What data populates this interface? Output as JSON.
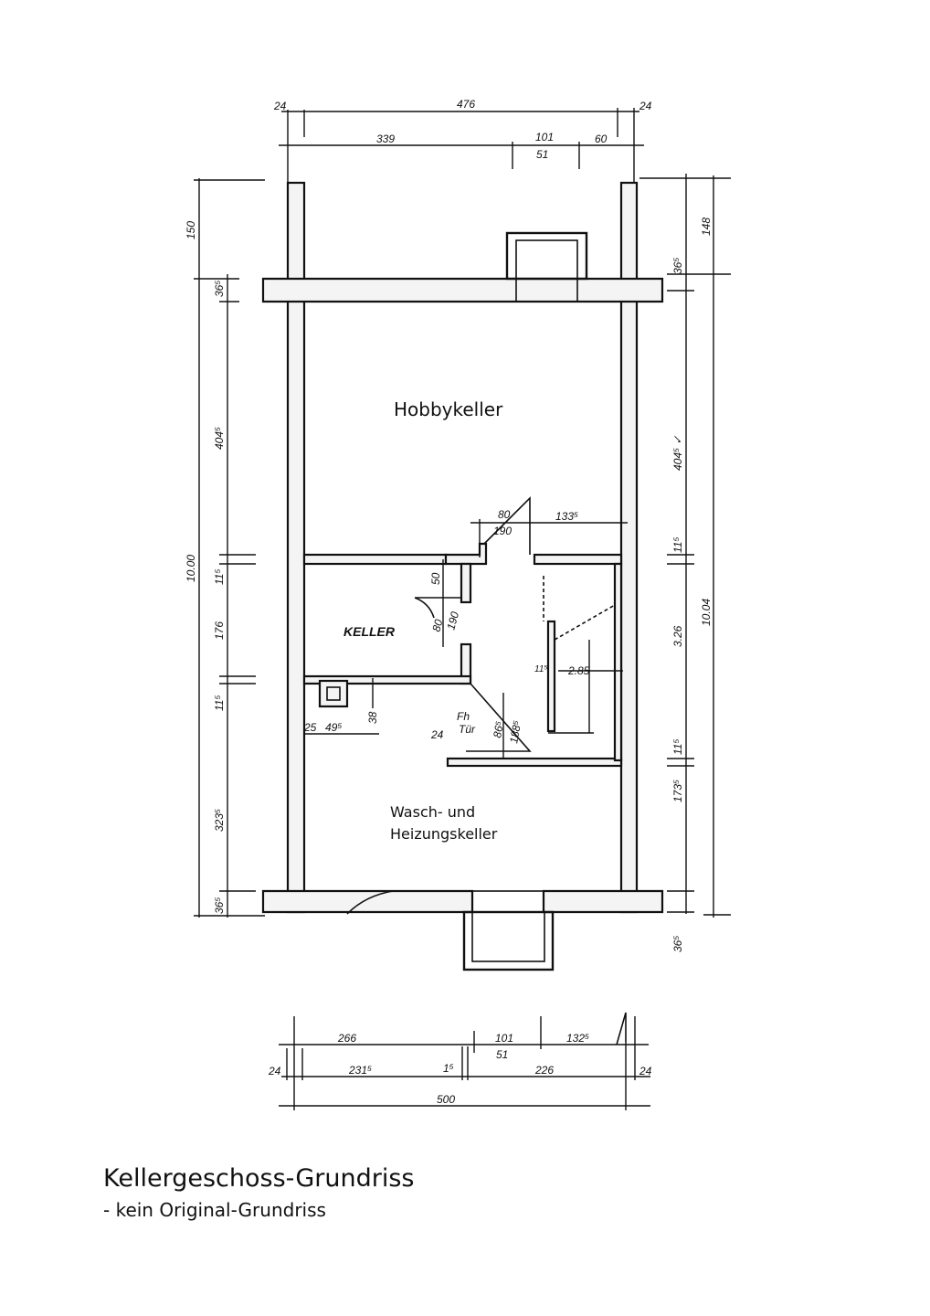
{
  "rooms": {
    "hobbykeller": "Hobbykeller",
    "keller": "KELLER",
    "wasch_line1": "Wasch- und",
    "wasch_line2": "Heizungskeller"
  },
  "dims_top": {
    "total": "476",
    "left_wall": "24",
    "right_wall": "24",
    "a": "339",
    "b": "101",
    "b_sub": "51",
    "c": "60"
  },
  "dims_left": {
    "outer_top": "150",
    "wall_top": "36⁵",
    "hobby": "404⁵",
    "total": "10.00",
    "wall1": "11⁵",
    "keller": "176",
    "wall2": "11⁵",
    "wasch": "323⁵",
    "wall_bottom": "36⁵"
  },
  "dims_right": {
    "outer_top": "148",
    "wall_top": "36⁵",
    "hobby": "404⁵ ✓",
    "wall1": "11⁵",
    "mid": "3.26",
    "total": "10.04",
    "wall2": "11⁵",
    "wasch": "173⁵",
    "wall_bottom": "36⁵"
  },
  "dims_inner": {
    "door_w": "80",
    "door_h": "190",
    "right_len": "133⁵",
    "k1": "50",
    "k_door_w": "80",
    "k_door_h": "190",
    "wall_t": "11⁵",
    "depth": "2.85",
    "fh_label": "Fh",
    "tuer_label": "Tür",
    "fh_w": "86⁵",
    "fh_h": "188⁵",
    "wall_24": "24",
    "c1": "25",
    "c2": "49⁵",
    "c3": "38"
  },
  "dims_bottom": {
    "a": "266",
    "b": "101",
    "b_sub": "51",
    "c": "132⁵",
    "left_wall": "24",
    "d": "231⁵",
    "e": "1⁵",
    "f": "226",
    "right_wall": "24",
    "total": "500"
  },
  "caption": {
    "title": "Kellergeschoss-Grundriss",
    "subtitle": "- kein Original-Grundriss"
  }
}
